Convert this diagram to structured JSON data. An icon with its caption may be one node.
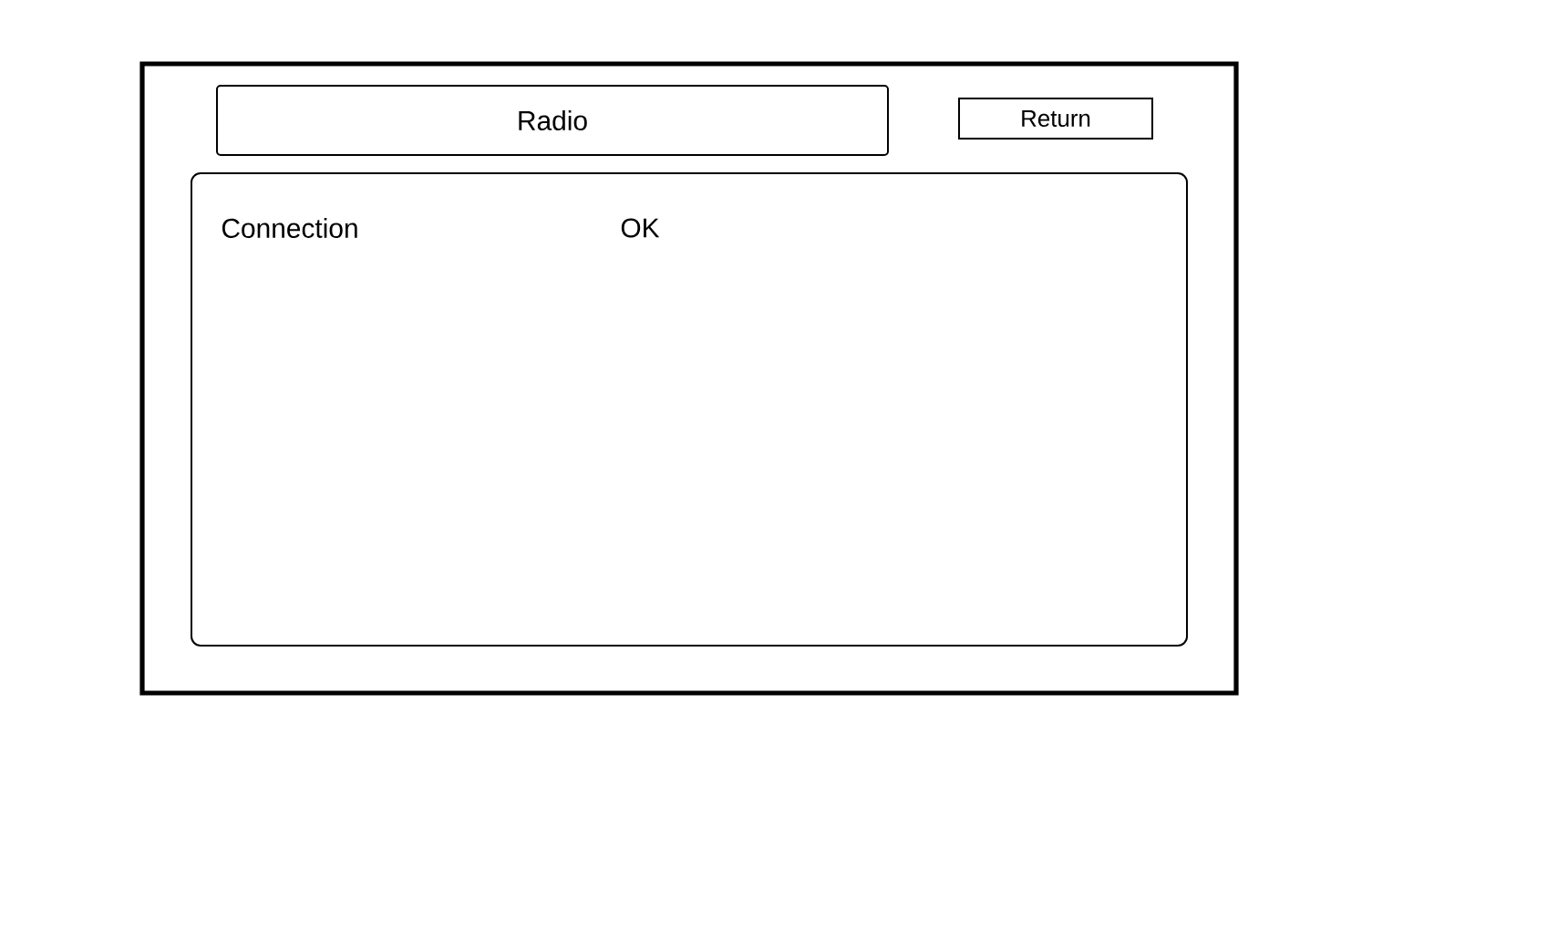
{
  "diagram": {
    "nodes": [
      {
        "text": [],
        "shape": "box"
      },
      {
        "text": [
          "Radio"
        ],
        "in": 0
      },
      {
        "text": [
          "Return"
        ],
        "in": 0
      },
      {
        "text": [
          "Connection",
          "OK"
        ],
        "in": 0
      }
    ]
  }
}
